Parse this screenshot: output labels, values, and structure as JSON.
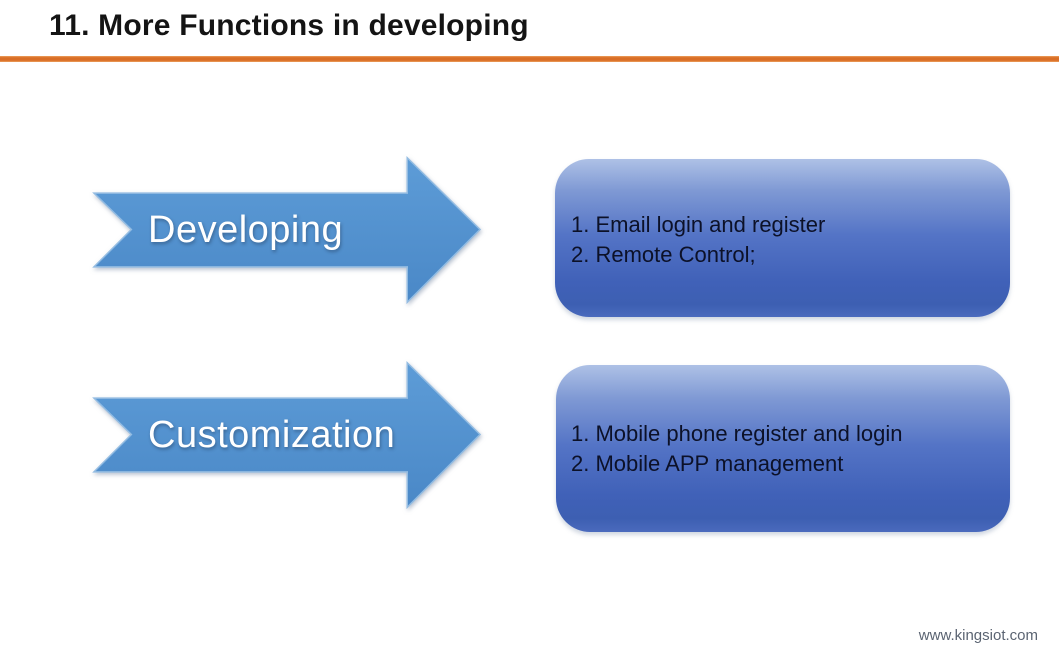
{
  "slide": {
    "title": "11. More Functions in developing",
    "footer": "www.kingsiot.com"
  },
  "rows": [
    {
      "arrow_label": "Developing",
      "items": [
        "1. Email login and register",
        "2. Remote Control;"
      ]
    },
    {
      "arrow_label": "Customization",
      "items": [
        "1. Mobile phone register and login",
        "2. Mobile APP management"
      ]
    }
  ],
  "colors": {
    "accent_line": "#D96E26",
    "arrow_fill_top": "#5C9BD6",
    "arrow_fill_bottom": "#4C8AC8",
    "panel_gradient_top": "#AEC1E6",
    "panel_gradient_bottom": "#3D5FB2",
    "panel_text": "#0C1128",
    "title_text": "#141414",
    "footer_text": "#5B6472"
  }
}
